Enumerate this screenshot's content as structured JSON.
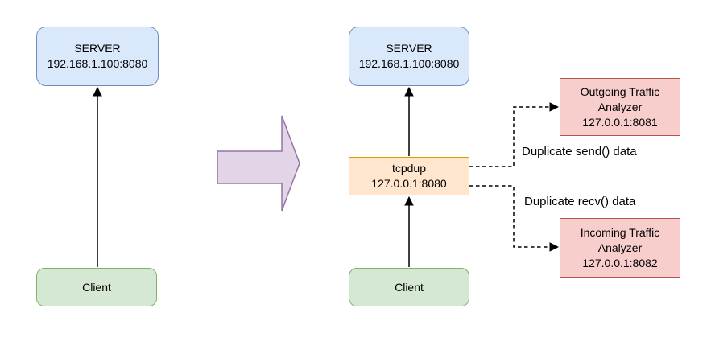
{
  "colors": {
    "blue_fill": "#dae8fc",
    "blue_stroke": "#6c8ebf",
    "green_fill": "#d5e8d4",
    "green_stroke": "#82b366",
    "orange_fill": "#ffe6cc",
    "orange_stroke": "#d79b00",
    "red_fill": "#f8cecc",
    "red_stroke": "#b85450",
    "purple_fill": "#e1d5e7",
    "purple_stroke": "#9673a6",
    "connector": "#000000"
  },
  "before": {
    "server": {
      "name": "SERVER",
      "address": "192.168.1.100:8080"
    },
    "client": {
      "name": "Client"
    }
  },
  "after": {
    "server": {
      "name": "SERVER",
      "address": "192.168.1.100:8080"
    },
    "proxy": {
      "name": "tcpdup",
      "address": "127.0.0.1:8080"
    },
    "client": {
      "name": "Client"
    },
    "outgoing_analyzer": {
      "line1": "Outgoing Traffic",
      "line2": "Analyzer",
      "address": "127.0.0.1:8081"
    },
    "incoming_analyzer": {
      "line1": "Incoming Traffic",
      "line2": "Analyzer",
      "address": "127.0.0.1:8082"
    },
    "send_edge_label": "Duplicate send() data",
    "recv_edge_label": "Duplicate recv() data"
  }
}
